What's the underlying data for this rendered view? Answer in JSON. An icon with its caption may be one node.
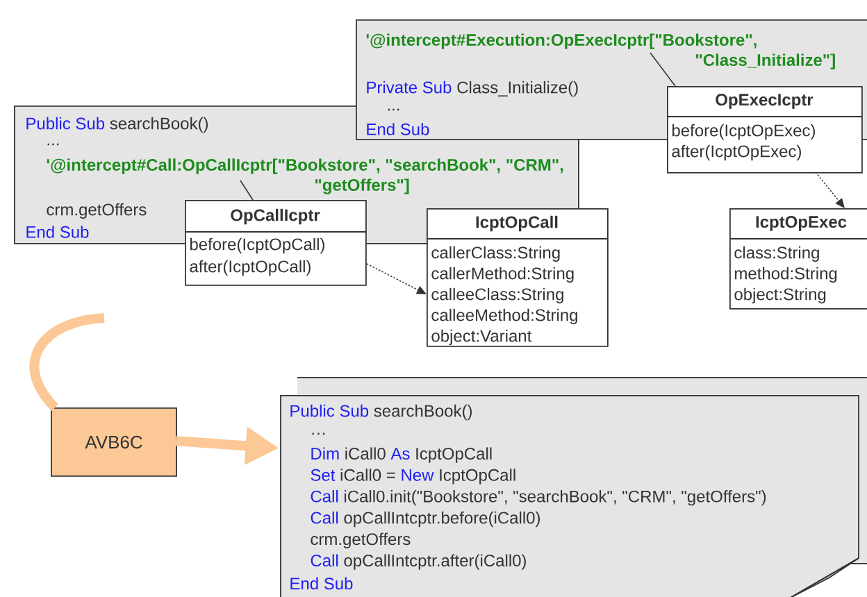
{
  "diagram": {
    "nodes": [
      {
        "text": [
          "'@intercept#Execution:OpExecIcptr[\"Bookstore\", \"Class_Initialize\"]",
          "Private Sub",
          "Class_Initialize()",
          "...",
          "End Sub"
        ]
      },
      {
        "text": [
          "Public Sub",
          "searchBook()",
          "...",
          "'@intercept#Call:OpCallIcptr[\"Bookstore\", \"searchBook\", \"CRM\", \"getOffers\"]",
          "crm.getOffers",
          "End Sub"
        ]
      },
      {
        "text": [
          "OpCallIcptr",
          "before(IcptOpCall)",
          "after(IcptOpCall)"
        ]
      },
      {
        "text": [
          "IcptOpCall",
          "callerClass:String",
          "callerMethod:String",
          "calleeClass:String",
          "calleeMethod:String",
          "object:Variant"
        ]
      },
      {
        "text": [
          "OpExecIcptr",
          "before(IcptOpExec)",
          "after(IcptOpExec)"
        ]
      },
      {
        "text": [
          "IcptOpExec",
          "class:String",
          "method:String",
          "object:String"
        ]
      },
      {
        "text": [
          "AVB6C"
        ]
      },
      {
        "text": [
          "Public Sub",
          "searchBook()",
          "…",
          "Dim",
          "iCall0",
          "As",
          "IcptOpCall",
          "Set",
          "iCall0 =",
          "New",
          "IcptOpCall",
          "Call",
          "iCall0.init(\"Bookstore\", \"searchBook\",  \"CRM\", \"getOffers\")",
          "Call",
          "opCallIntcptr.before(iCall0)",
          "crm.getOffers",
          "Call",
          "opCallIntcptr.after(iCall0)",
          "End Sub"
        ]
      }
    ],
    "edges": [
      {
        "from": 1,
        "to": 2,
        "arrow": "none"
      },
      {
        "from": 0,
        "to": 4,
        "arrow": "none"
      },
      {
        "from": 2,
        "to": 3,
        "arrow": "to",
        "style": "dashed"
      },
      {
        "from": 4,
        "to": 5,
        "arrow": "to",
        "style": "dashed"
      },
      {
        "from": null,
        "to": 6,
        "arrow": "none",
        "style": "thick",
        "color": "#fcc896"
      },
      {
        "from": 6,
        "to": 7,
        "arrow": "to",
        "style": "thick",
        "color": "#fcc896"
      }
    ]
  }
}
